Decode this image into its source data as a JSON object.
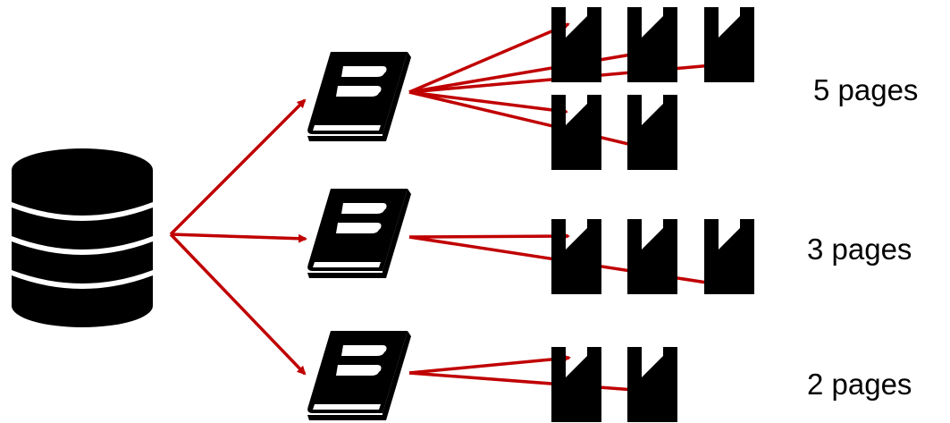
{
  "colors": {
    "arrow": "#c00000",
    "icon": "#000000",
    "background": "#ffffff"
  },
  "source": {
    "icon": "database-icon"
  },
  "books": [
    {
      "icon": "book-icon",
      "pages_label": "5 pages",
      "page_count": 5
    },
    {
      "icon": "book-icon",
      "pages_label": "3 pages",
      "page_count": 3
    },
    {
      "icon": "book-icon",
      "pages_label": "2 pages",
      "page_count": 2
    }
  ],
  "page_icon": "document-page-icon"
}
